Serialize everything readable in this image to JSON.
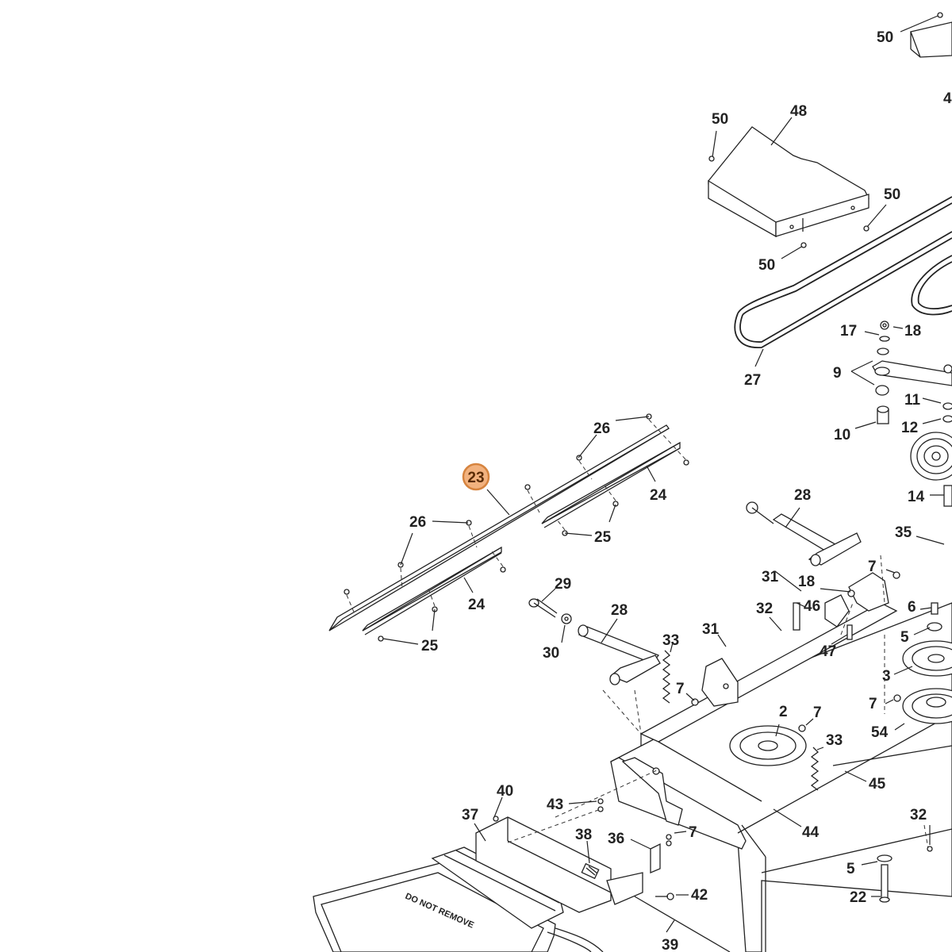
{
  "highlighted_callout": "23",
  "callouts": {
    "c50a": "50",
    "c4": "4",
    "c48": "48",
    "c50b": "50",
    "c50c": "50",
    "c50d": "50",
    "c27": "27",
    "c17": "17",
    "c18a": "18",
    "c9": "9",
    "c11": "11",
    "c10": "10",
    "c12": "12",
    "c14": "14",
    "c26a": "26",
    "c26b": "26",
    "c23": "23",
    "c24a": "24",
    "c24b": "24",
    "c25a": "25",
    "c25b": "25",
    "c28a": "28",
    "c28b": "28",
    "c29": "29",
    "c30": "30",
    "c35": "35",
    "c31a": "31",
    "c31b": "31",
    "c18b": "18",
    "c7a": "7",
    "c7b": "7",
    "c7c": "7",
    "c7d": "7",
    "c7e": "7",
    "c32a": "32",
    "c32b": "32",
    "c46": "46",
    "c47": "47",
    "c6": "6",
    "c5a": "5",
    "c5b": "5",
    "c3": "3",
    "c33a": "33",
    "c33b": "33",
    "c2": "2",
    "c54": "54",
    "c45": "45",
    "c44": "44",
    "c40": "40",
    "c37": "37",
    "c43": "43",
    "c38": "38",
    "c36": "36",
    "c42": "42",
    "c22": "22",
    "c39": "39"
  },
  "stencil_text": "DO NOT REMOVE"
}
